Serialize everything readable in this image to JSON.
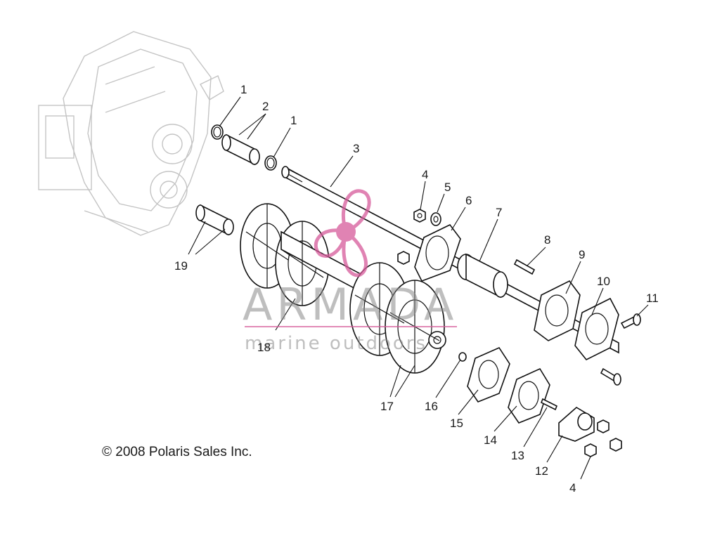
{
  "copyright": "© 2008 Polaris Sales Inc.",
  "watermark": {
    "brand": "ARMADA",
    "tagline": "marine outdoors",
    "brand_color": "#d65a9a"
  },
  "callouts": [
    {
      "id": "c1a",
      "label": "1"
    },
    {
      "id": "c2",
      "label": "2"
    },
    {
      "id": "c1b",
      "label": "1"
    },
    {
      "id": "c3",
      "label": "3"
    },
    {
      "id": "c4a",
      "label": "4"
    },
    {
      "id": "c5",
      "label": "5"
    },
    {
      "id": "c6",
      "label": "6"
    },
    {
      "id": "c7",
      "label": "7"
    },
    {
      "id": "c8",
      "label": "8"
    },
    {
      "id": "c9",
      "label": "9"
    },
    {
      "id": "c10",
      "label": "10"
    },
    {
      "id": "c11",
      "label": "11"
    },
    {
      "id": "c12",
      "label": "12"
    },
    {
      "id": "c13",
      "label": "13"
    },
    {
      "id": "c14",
      "label": "14"
    },
    {
      "id": "c15",
      "label": "15"
    },
    {
      "id": "c16",
      "label": "16"
    },
    {
      "id": "c17",
      "label": "17"
    },
    {
      "id": "c18",
      "label": "18"
    },
    {
      "id": "c19",
      "label": "19"
    },
    {
      "id": "c4b",
      "label": "4"
    }
  ]
}
